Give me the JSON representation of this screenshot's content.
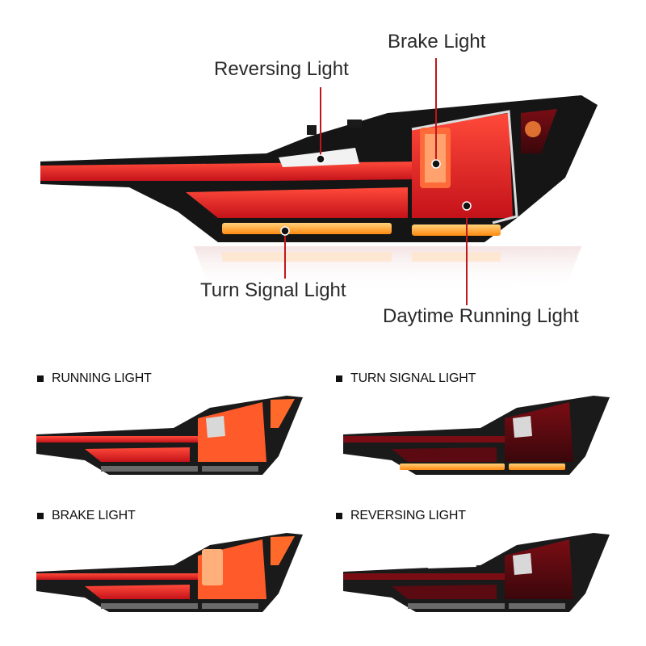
{
  "diagram": {
    "callouts": {
      "reversing": "Reversing Light",
      "brake": "Brake Light",
      "turn": "Turn Signal Light",
      "drl": "Daytime Running Light"
    }
  },
  "modes": [
    {
      "label": "RUNNING LIGHT"
    },
    {
      "label": "TURN SIGNAL LIGHT"
    },
    {
      "label": "BRAKE LIGHT"
    },
    {
      "label": "REVERSING LIGHT"
    }
  ],
  "colors": {
    "callout_line": "#c0161c",
    "lamp_red": "#d81e1e",
    "lamp_amber": "#ff9a1a",
    "lamp_body": "#1a1a1a"
  }
}
